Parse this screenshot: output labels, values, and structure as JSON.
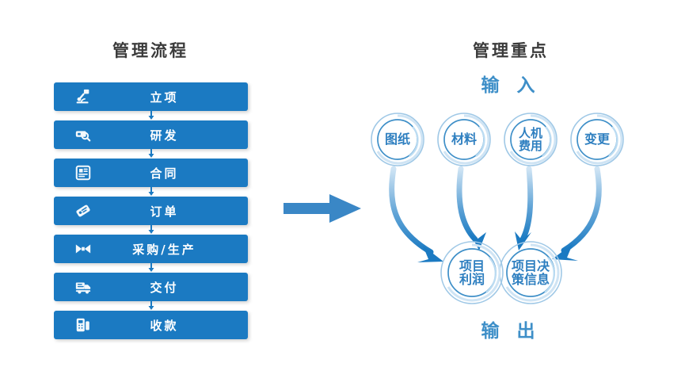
{
  "diagram": {
    "background_color": "#ffffff",
    "accent_blue": "#1b7ac2",
    "light_blue": "#3e8fc8",
    "title_color": "#3b3b3b"
  },
  "left_panel": {
    "title": "管理流程",
    "steps": [
      {
        "label": "立项",
        "icon": "microscope-icon"
      },
      {
        "label": "研发",
        "icon": "research-magnifier-icon"
      },
      {
        "label": "合同",
        "icon": "contract-document-icon"
      },
      {
        "label": "订单",
        "icon": "order-tag-icon"
      },
      {
        "label": "采购/生产",
        "icon": "procurement-icon"
      },
      {
        "label": "交付",
        "icon": "delivery-truck-icon"
      },
      {
        "label": "收款",
        "icon": "payment-terminal-icon"
      }
    ]
  },
  "transition": {
    "arrow_icon": "right-block-arrow-icon",
    "color": "#3a87c6"
  },
  "right_panel": {
    "title": "管理重点",
    "input_label": "输 入",
    "output_label": "输 出",
    "input_nodes": [
      {
        "line1": "图纸",
        "line2": ""
      },
      {
        "line1": "材料",
        "line2": ""
      },
      {
        "line1": "人机",
        "line2": "费用"
      },
      {
        "line1": "变更",
        "line2": ""
      }
    ],
    "output_nodes": [
      {
        "line1": "项目",
        "line2": "利润"
      },
      {
        "line1": "项目决",
        "line2": "策信息"
      }
    ]
  }
}
